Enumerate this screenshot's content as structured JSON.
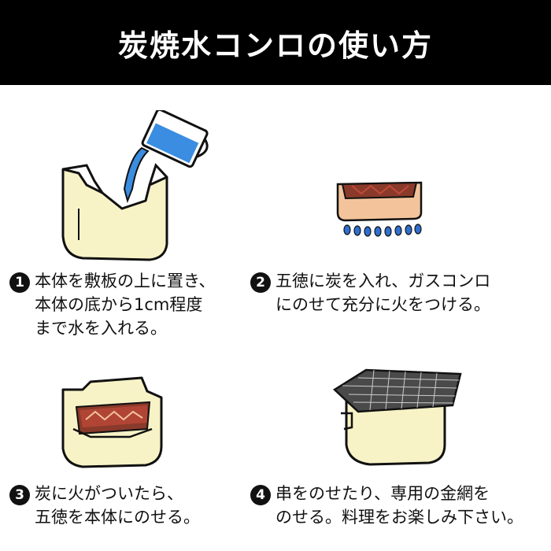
{
  "header": {
    "title": "炭焼水コンロの使い方"
  },
  "colors": {
    "cream": "#f8f3c6",
    "clay": "#f3c49b",
    "water": "#3a8de0",
    "flame": "#2f6fd0",
    "ember": "#c24a3a",
    "ink": "#111111"
  },
  "steps": [
    {
      "num": "1",
      "lines": [
        "本体を敷板の上に置き、",
        "本体の底から1cm程度",
        "まで水を入れる。"
      ],
      "icon": "pouring-water-icon"
    },
    {
      "num": "2",
      "lines": [
        "五徳に炭を入れ、ガスコンロ",
        "にのせて充分に火をつける。"
      ],
      "icon": "charcoal-tray-on-flame-icon"
    },
    {
      "num": "3",
      "lines": [
        "炭に火がついたら、",
        "五徳を本体にのせる。"
      ],
      "icon": "tray-in-stove-icon"
    },
    {
      "num": "4",
      "lines": [
        "串をのせたり、専用の金網を",
        "のせる。料理をお楽しみ下さい。"
      ],
      "icon": "grill-net-on-stove-icon"
    }
  ]
}
